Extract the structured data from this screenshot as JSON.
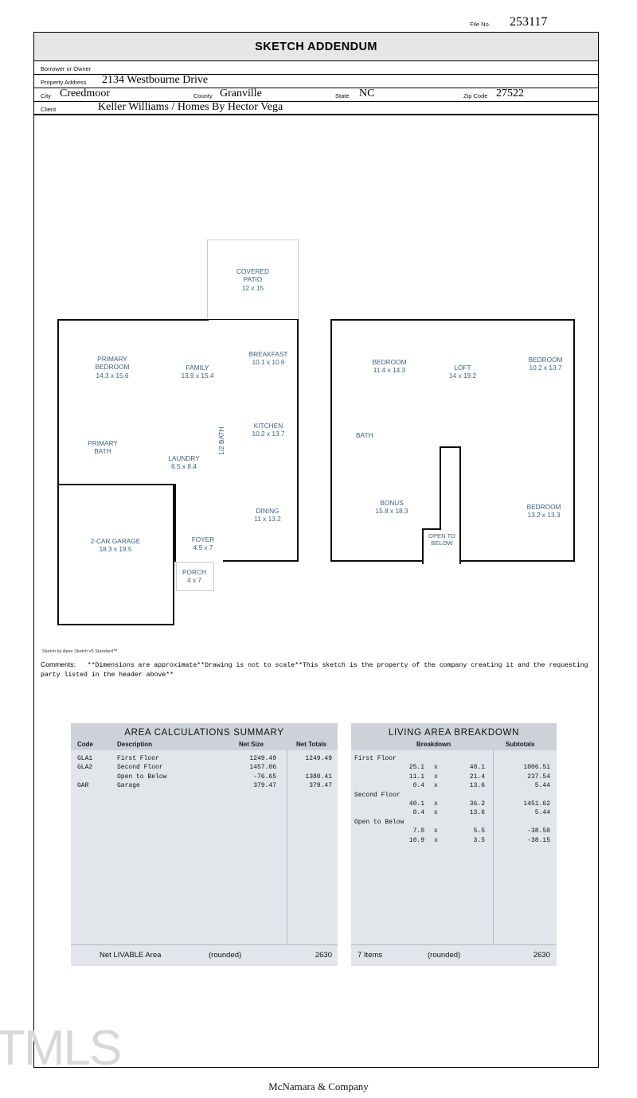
{
  "file_no": {
    "label": "File No.",
    "value": "253117"
  },
  "title": "SKETCH ADDENDUM",
  "header": {
    "borrower_label": "Borrower or Owner",
    "borrower_value": "",
    "property_address_label": "Property Address",
    "property_address_value": "2134 Westbourne Drive",
    "city_label": "City",
    "city_value": "Creedmoor",
    "county_label": "County",
    "county_value": "Granville",
    "state_label": "State",
    "state_value": "NC",
    "zip_label": "Zip Code",
    "zip_value": "27522",
    "client_label": "Client",
    "client_value": "Keller Williams / Homes By Hector Vega"
  },
  "sketch": {
    "first_floor": [
      {
        "name": "covered-patio",
        "lines": [
          "COVERED",
          "PATIO",
          "12 x 15"
        ]
      },
      {
        "name": "primary-bedroom",
        "lines": [
          "PRIMARY",
          "BEDROOM",
          "14.3 x 15.6"
        ]
      },
      {
        "name": "family",
        "lines": [
          "FAMILY",
          "13.9 x 15.4"
        ]
      },
      {
        "name": "breakfast",
        "lines": [
          "BREAKFAST",
          "10.1 x 10.6"
        ]
      },
      {
        "name": "kitchen",
        "lines": [
          "KITCHEN",
          "10.2 x 13.7"
        ]
      },
      {
        "name": "half-bath",
        "lines": [
          "1/2 BATH"
        ]
      },
      {
        "name": "primary-bath",
        "lines": [
          "PRIMARY",
          "BATH"
        ]
      },
      {
        "name": "laundry",
        "lines": [
          "LAUNDRY",
          "6.5 x 8.4"
        ]
      },
      {
        "name": "dining",
        "lines": [
          "DINING",
          "11 x 13.2"
        ]
      },
      {
        "name": "foyer",
        "lines": [
          "FOYER",
          "4.9 x 7"
        ]
      },
      {
        "name": "garage",
        "lines": [
          "2-CAR GARAGE",
          "18.3 x 19.5"
        ]
      },
      {
        "name": "porch",
        "lines": [
          "PORCH",
          "4 x 7"
        ]
      }
    ],
    "second_floor": [
      {
        "name": "bedroom-left",
        "lines": [
          "BEDROOM",
          "11.4 x 14.3"
        ]
      },
      {
        "name": "loft",
        "lines": [
          "LOFT",
          "14 x 19.2"
        ]
      },
      {
        "name": "bedroom-right-top",
        "lines": [
          "BEDROOM",
          "10.2 x 13.7"
        ]
      },
      {
        "name": "bath",
        "lines": [
          "BATH"
        ]
      },
      {
        "name": "bonus",
        "lines": [
          "BONUS",
          "15.8 x 18.3"
        ]
      },
      {
        "name": "bedroom-right-bottom",
        "lines": [
          "BEDROOM",
          "13.2 x 13.3"
        ]
      },
      {
        "name": "open-to-below",
        "lines": [
          "OPEN TO",
          "BELOW"
        ]
      }
    ],
    "label_color": "#3c5f88",
    "wall_color": "#0d0d0d"
  },
  "apex_credit": "Sketch by Apex Sketch v5 Standard™",
  "comments": {
    "label": "Comments:",
    "text": "**Dimensions are approximate**Drawing is not to scale**This sketch is the property of the company creating it and the requesting party listed in the header above**"
  },
  "area_summary": {
    "title": "AREA  CALCULATIONS  SUMMARY",
    "columns": [
      "Code",
      "Description",
      "Net Size",
      "Net Totals"
    ],
    "rows": [
      {
        "code": "GLA1",
        "description": "First Floor",
        "net_size": "1249.49",
        "net_totals": "1249.49"
      },
      {
        "code": "GLA2",
        "description": "Second Floor",
        "net_size": "1457.06",
        "net_totals": ""
      },
      {
        "code": "",
        "description": "Open to Below",
        "net_size": "-76.65",
        "net_totals": "1380.41"
      },
      {
        "code": "GAR",
        "description": "Garage",
        "net_size": "379.47",
        "net_totals": "379.47"
      }
    ],
    "footer_label": "Net LIVABLE Area",
    "footer_rounded": "(rounded)",
    "footer_total": "2630"
  },
  "living_breakdown": {
    "title": "LIVING  AREA  BREAKDOWN",
    "columns": [
      "Breakdown",
      "Subtotals"
    ],
    "groups": [
      {
        "name": "First Floor",
        "rows": [
          {
            "w": "25.1",
            "op": "x",
            "l": "40.1",
            "subtotal": "1006.51"
          },
          {
            "w": "11.1",
            "op": "x",
            "l": "21.4",
            "subtotal": "237.54"
          },
          {
            "w": "0.4",
            "op": "x",
            "l": "13.6",
            "subtotal": "5.44"
          }
        ]
      },
      {
        "name": "Second Floor",
        "rows": [
          {
            "w": "40.1",
            "op": "x",
            "l": "36.2",
            "subtotal": "1451.62"
          },
          {
            "w": "0.4",
            "op": "x",
            "l": "13.6",
            "subtotal": "5.44"
          }
        ]
      },
      {
        "name": "Open to Below",
        "rows": [
          {
            "w": "7.0",
            "op": "x",
            "l": "5.5",
            "subtotal": "-38.50"
          },
          {
            "w": "10.9",
            "op": "x",
            "l": "3.5",
            "subtotal": "-38.15"
          }
        ]
      }
    ],
    "footer_items": "7 Items",
    "footer_rounded": "(rounded)",
    "footer_total": "2630"
  },
  "watermark": "TMLS",
  "page_footer": "McNamara & Company"
}
